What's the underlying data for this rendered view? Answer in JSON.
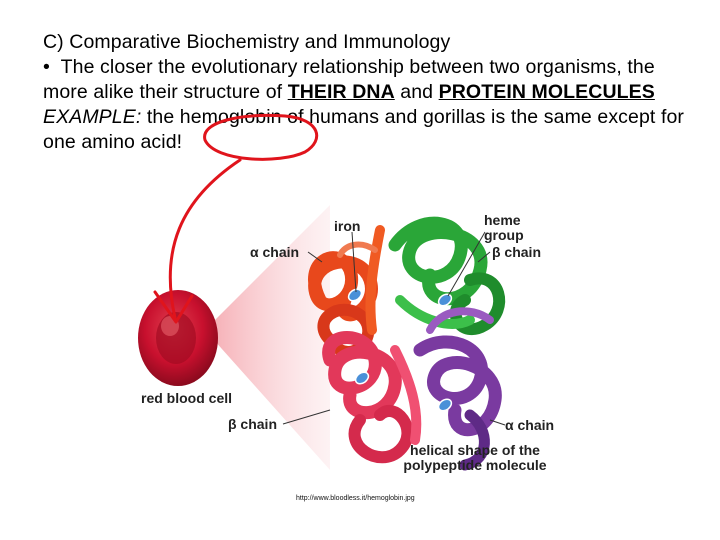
{
  "heading": "C)  Comparative Biochemistry and Immunology",
  "bullet": {
    "marker": "•",
    "text_before": "The closer the evolutionary relationship between two organisms, the more alike their structure of ",
    "dna": "THEIR DNA",
    "and": " and ",
    "protein": "PROTEIN MOLECULES"
  },
  "example": {
    "label": "EXAMPLE:",
    "text": "  the hemoglobin of humans and gorillas is the same except for one amino acid!"
  },
  "figure": {
    "labels": {
      "iron": "iron",
      "heme_group": "heme group",
      "alpha_chain_left": "α chain",
      "beta_chain_right": "β chain",
      "red_blood_cell": "red blood cell",
      "beta_chain_bottom": "β chain",
      "alpha_chain_bottom": "α chain",
      "helical_shape": "helical shape of the polypeptide molecule"
    },
    "source": "http://www.bloodless.it/hemoglobin.jpg"
  },
  "colors": {
    "annotation": "#e0141c",
    "alpha_chain_orange": "#e8481c",
    "beta_chain_green": "#2aa638",
    "beta_chain_pink": "#e2385a",
    "alpha_chain_purple": "#7a3aa0",
    "blood_cell": "#c8102e"
  }
}
